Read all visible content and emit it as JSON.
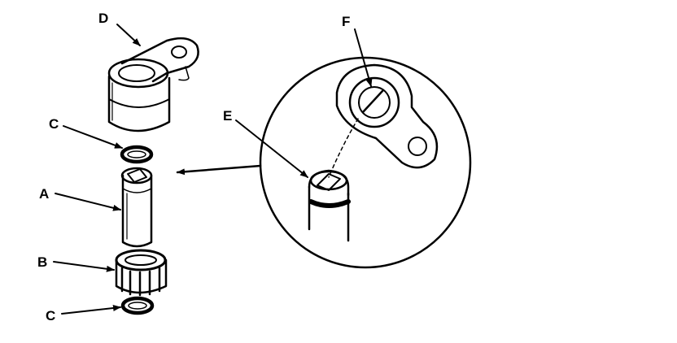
{
  "labels": {
    "a": "A",
    "b": "B",
    "c_top": "C",
    "c_bottom": "C",
    "d": "D",
    "e": "E",
    "f": "F"
  },
  "colors": {
    "ink": "#000000",
    "paper": "#ffffff"
  }
}
